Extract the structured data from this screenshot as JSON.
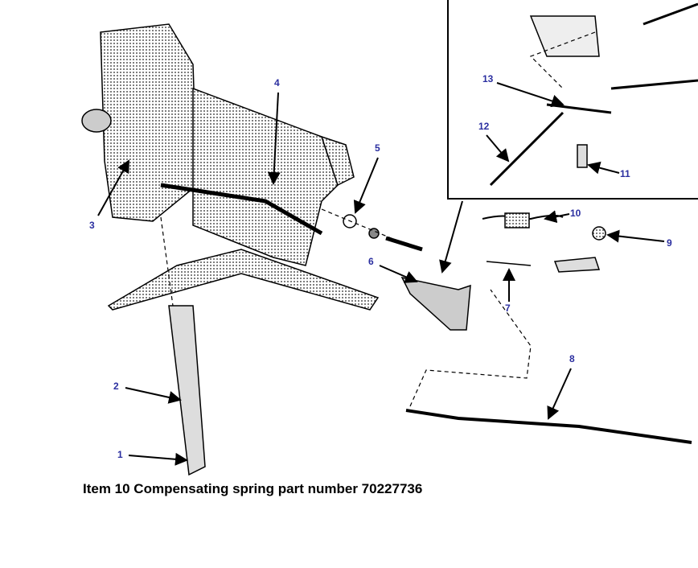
{
  "diagram": {
    "labels": [
      {
        "id": "1",
        "text": "1"
      },
      {
        "id": "2",
        "text": "2"
      },
      {
        "id": "3",
        "text": "3"
      },
      {
        "id": "4",
        "text": "4"
      },
      {
        "id": "5",
        "text": "5"
      },
      {
        "id": "6",
        "text": "6"
      },
      {
        "id": "7",
        "text": "7"
      },
      {
        "id": "8",
        "text": "8"
      },
      {
        "id": "9",
        "text": "9"
      },
      {
        "id": "10",
        "text": "10"
      },
      {
        "id": "11",
        "text": "11"
      },
      {
        "id": "12",
        "text": "12"
      },
      {
        "id": "13",
        "text": "13"
      }
    ],
    "label_color": "#2b2fa0",
    "caption": "Item 10  Compensating spring part number 70227736"
  }
}
